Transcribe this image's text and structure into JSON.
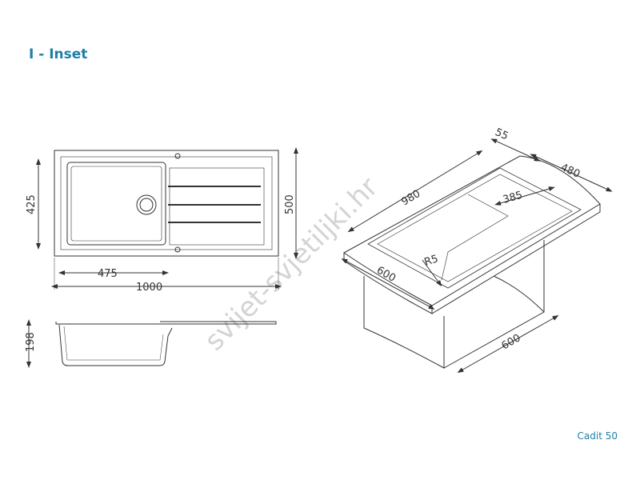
{
  "title": "I - Inset",
  "model": "Cadit 50",
  "watermark": "svijet-svjetiljki.hr",
  "colors": {
    "accent": "#1f7fa6",
    "line": "#333333"
  },
  "top_view": {
    "height_bowl": "425",
    "height_total": "500",
    "width_bowl": "475",
    "width_total": "1000"
  },
  "side_view": {
    "depth": "198"
  },
  "iso_view": {
    "length": "980",
    "width": "480",
    "thickness": "55",
    "bowl_inner": "385",
    "radius": "R5",
    "cabinet_front": "600",
    "cabinet_side": "600"
  }
}
